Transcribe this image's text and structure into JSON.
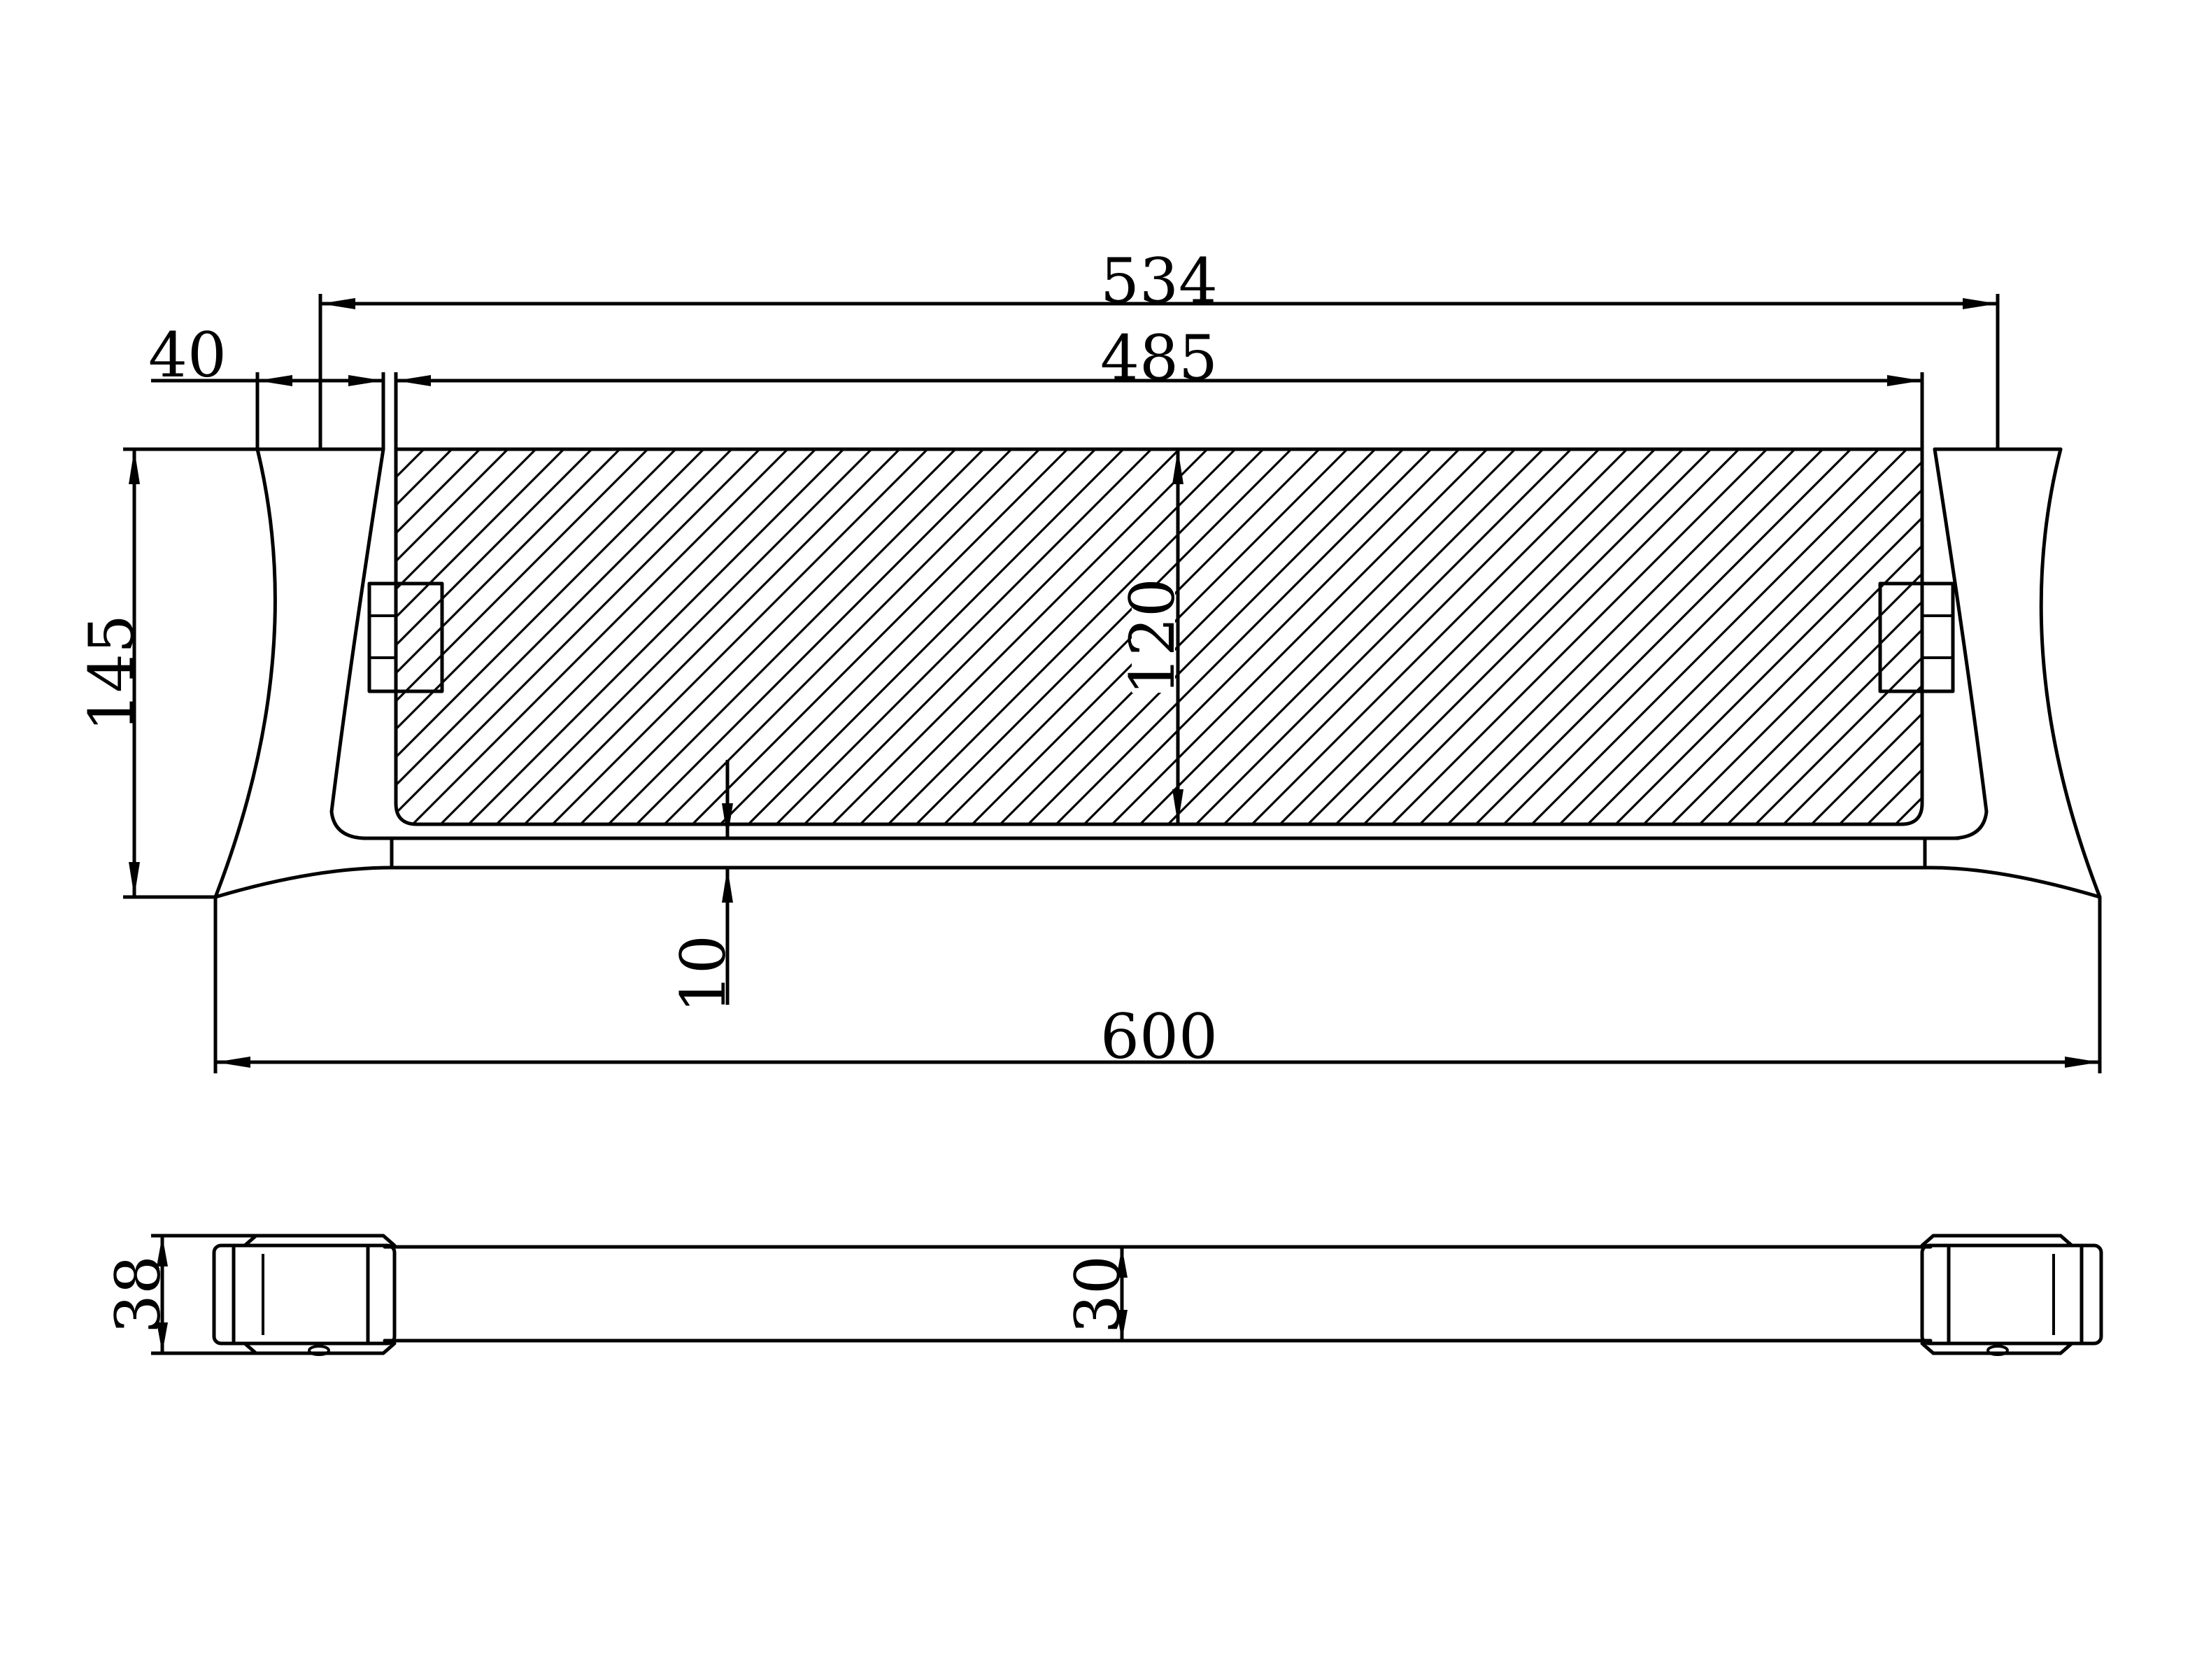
{
  "dimensions": {
    "overall_width": "600",
    "bracket_span": "534",
    "glass_width": "485",
    "bracket_offset": "40",
    "bracket_height": "145",
    "glass_depth": "120",
    "base_thickness": "10",
    "side_height": "38",
    "bar_height": "30"
  },
  "colors": {
    "line": "#000000",
    "background": "#ffffff"
  }
}
